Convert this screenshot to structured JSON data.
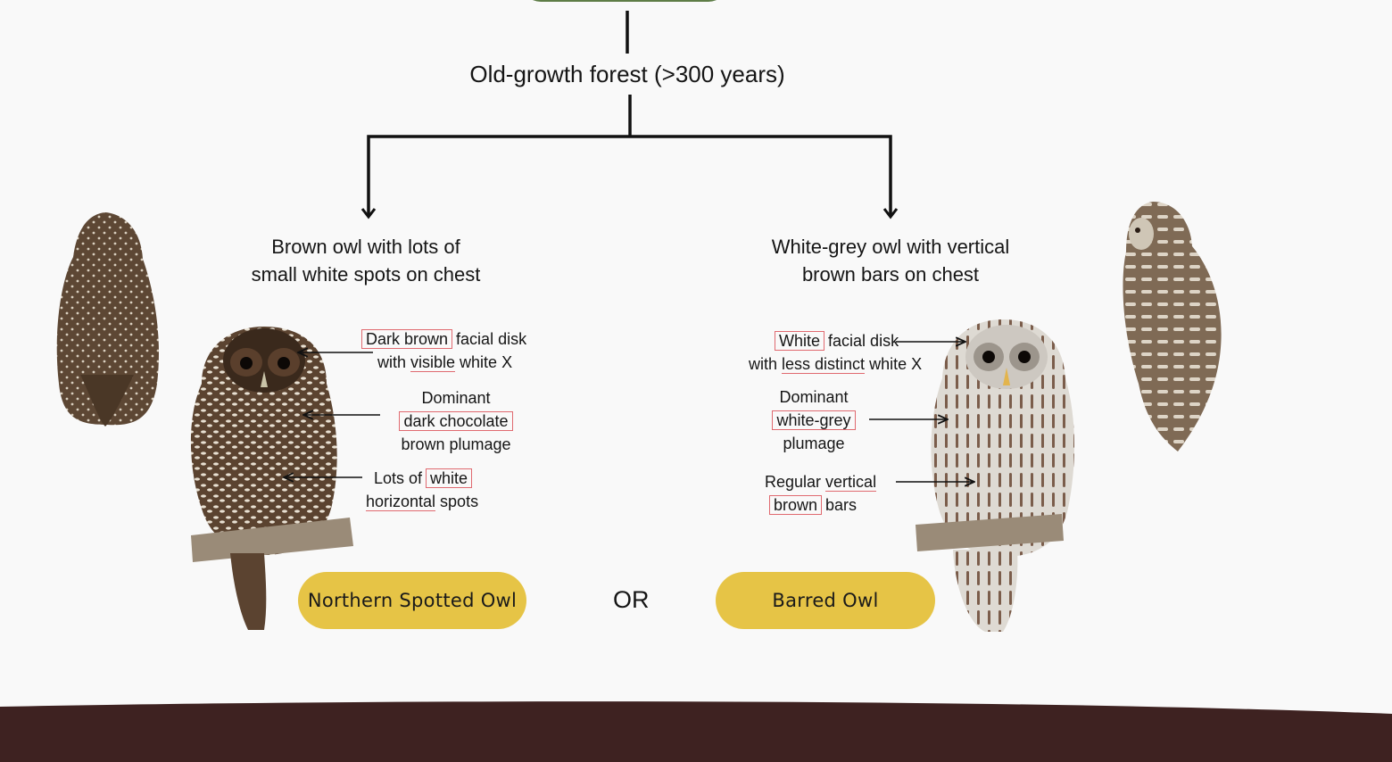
{
  "root_node": {
    "label": "Old-growth forest (>300 years)",
    "top_box_color": "#5e7d47"
  },
  "branches": {
    "left": {
      "description_line1": "Brown owl with lots of",
      "description_line2": "small white spots on chest",
      "annotations": {
        "facial_disk": {
          "highlight": "Dark brown",
          "rest": "facial disk",
          "line2_pre": "with ",
          "line2_ul": "visible",
          "line2_post": " white  X"
        },
        "plumage": {
          "line1": "Dominant",
          "highlight": "dark chocolate",
          "line3": "brown plumage"
        },
        "spots": {
          "pre": "Lots of ",
          "highlight": "white",
          "line2_ul": "horizontal",
          "line2_post": " spots"
        }
      },
      "result_label": "Northern Spotted Owl",
      "owl_colors": {
        "body": "#6a5038",
        "spot": "#e8e0d2",
        "dark": "#3d2a1d"
      }
    },
    "right": {
      "description_line1": "White-grey owl with vertical",
      "description_line2": "brown bars on chest",
      "annotations": {
        "facial_disk": {
          "highlight": "White",
          "rest": "facial disk",
          "line2_pre": "with ",
          "line2_ul": "less distinct",
          "line2_post": " white X"
        },
        "plumage": {
          "line1": "Dominant",
          "highlight": "white-grey",
          "line3": "plumage"
        },
        "bars": {
          "line1_pre": "Regular ",
          "line1_ul": "vertical",
          "highlight": "brown",
          "line2_post": " bars"
        }
      },
      "result_label": "Barred Owl",
      "owl_colors": {
        "body": "#d9d5cf",
        "bar": "#7b5d4b",
        "dark": "#45352b"
      }
    }
  },
  "or_label": "OR",
  "colors": {
    "pill": "#e6c446",
    "highlight_box": "#e06a70",
    "ground": "#3e2221",
    "background": "#f9f9f9",
    "branch_line": "#111111",
    "perch": "#9a8b78"
  }
}
